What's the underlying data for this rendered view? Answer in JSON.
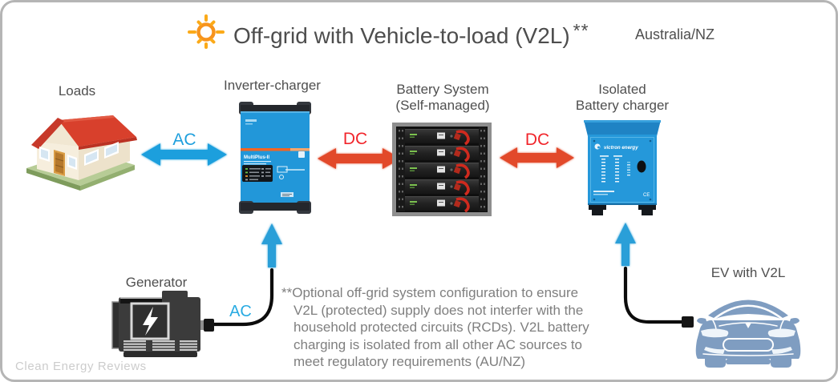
{
  "header": {
    "title": "Off-grid with Vehicle-to-load (V2L)",
    "title_marker": "**",
    "region": "Australia/NZ"
  },
  "components": {
    "loads": {
      "label": "Loads"
    },
    "inverter_charger": {
      "label": "Inverter-charger",
      "model": "MultiPlus-II"
    },
    "battery_system": {
      "label_line1": "Battery System",
      "label_line2": "(Self-managed)"
    },
    "isolated_charger": {
      "label_line1": "Isolated",
      "label_line2": "Battery charger",
      "brand": "victron energy",
      "ce_mark": "CE"
    },
    "generator": {
      "label": "Generator"
    },
    "ev": {
      "label": "EV with V2L"
    }
  },
  "connections": {
    "loads_to_inverter": {
      "label": "AC",
      "type": "bidirectional-arrow",
      "color": "#1e9fdd"
    },
    "inverter_to_battery": {
      "label": "DC",
      "type": "bidirectional-arrow",
      "color": "#e2482a"
    },
    "battery_to_charger": {
      "label": "DC",
      "type": "bidirectional-arrow",
      "color": "#e2482a"
    },
    "generator_to_inverter": {
      "label": "AC",
      "type": "cable-up-arrow",
      "color": "#2a9fd8"
    },
    "ev_to_charger": {
      "type": "cable-up-arrow",
      "color": "#2a9fd8"
    }
  },
  "footnote": {
    "lines": [
      "**Optional off-grid system configuration to ensure",
      "V2L (protected) supply does not interfer with the",
      "household protected circuits (RCDs). V2L battery",
      "charging is isolated from all other AC sources to",
      "meet regulatory requirements (AU/NZ)"
    ]
  },
  "watermark": "Clean Energy Reviews",
  "colors": {
    "ac_blue": "#1e9fdd",
    "dc_red": "#e2482a",
    "dc_label_red": "#f1252b",
    "victron_blue": "#2598da",
    "ev_blue": "#7f9dc1",
    "title_gray": "#4d4d4d",
    "footnote_gray": "#7f7f7f",
    "border_gray": "#b5b5b5"
  }
}
